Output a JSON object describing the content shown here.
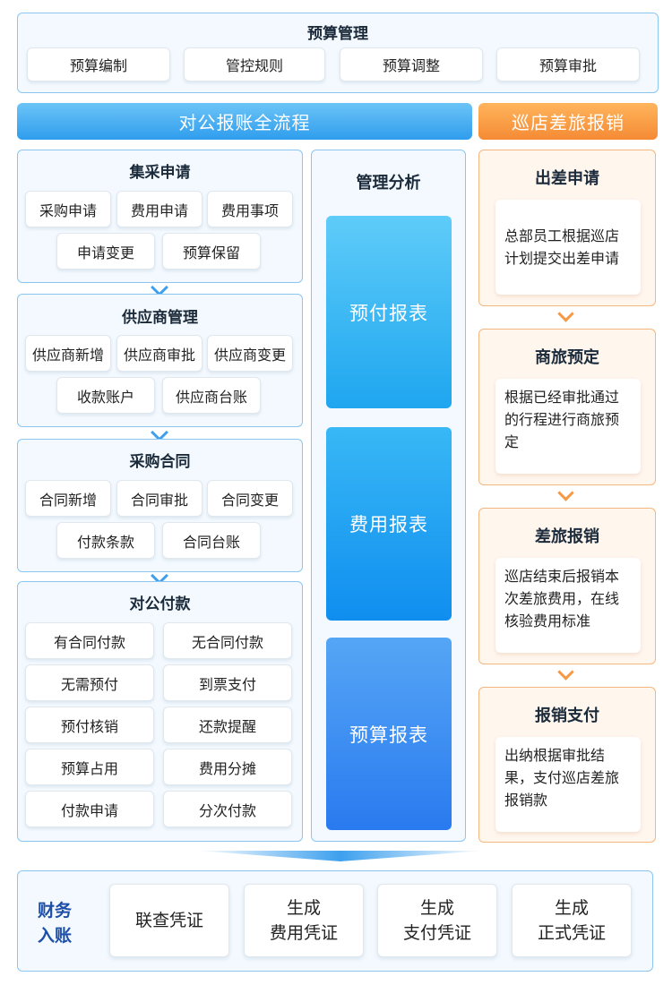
{
  "budget": {
    "title": "预算管理",
    "items": [
      "预算编制",
      "管控规则",
      "预算调整",
      "预算审批"
    ]
  },
  "banners": {
    "left": "对公报账全流程",
    "right": "巡店差旅报销"
  },
  "flow": {
    "procurement": {
      "title": "集采申请",
      "items": [
        "采购申请",
        "费用申请",
        "费用事项",
        "申请变更",
        "预算保留"
      ]
    },
    "supplier": {
      "title": "供应商管理",
      "items": [
        "供应商新增",
        "供应商审批",
        "供应商变更",
        "收款账户",
        "供应商台账"
      ]
    },
    "contract": {
      "title": "采购合同",
      "items": [
        "合同新增",
        "合同审批",
        "合同变更",
        "付款条款",
        "合同台账"
      ]
    },
    "payment": {
      "title": "对公付款",
      "items": [
        "有合同付款",
        "无合同付款",
        "无需预付",
        "到票支付",
        "预付核销",
        "还款提醒",
        "预算占用",
        "费用分摊",
        "付款申请",
        "分次付款"
      ]
    }
  },
  "analysis": {
    "title": "管理分析",
    "bars": [
      "预付报表",
      "费用报表",
      "预算报表"
    ]
  },
  "travel": {
    "steps": [
      {
        "title": "出差申请",
        "desc": "总部员工根据巡店计划提交出差申请"
      },
      {
        "title": "商旅预定",
        "desc": "根据已经审批通过的行程进行商旅预定"
      },
      {
        "title": "差旅报销",
        "desc": "巡店结束后报销本次差旅费用，在线核验费用标准"
      },
      {
        "title": "报销支付",
        "desc": "出纳根据审批结果，支付巡店差旅报销款"
      }
    ]
  },
  "finance": {
    "label_line1": "财务",
    "label_line2": "入账",
    "items": [
      {
        "line1": "联查凭证",
        "line2": ""
      },
      {
        "line1": "生成",
        "line2": "费用凭证"
      },
      {
        "line1": "生成",
        "line2": "支付凭证"
      },
      {
        "line1": "生成",
        "line2": "正式凭证"
      }
    ]
  },
  "colors": {
    "blue_accent": "#3da0ee",
    "orange_accent": "#f49a44",
    "panel_bg": "#f3f9fe"
  }
}
